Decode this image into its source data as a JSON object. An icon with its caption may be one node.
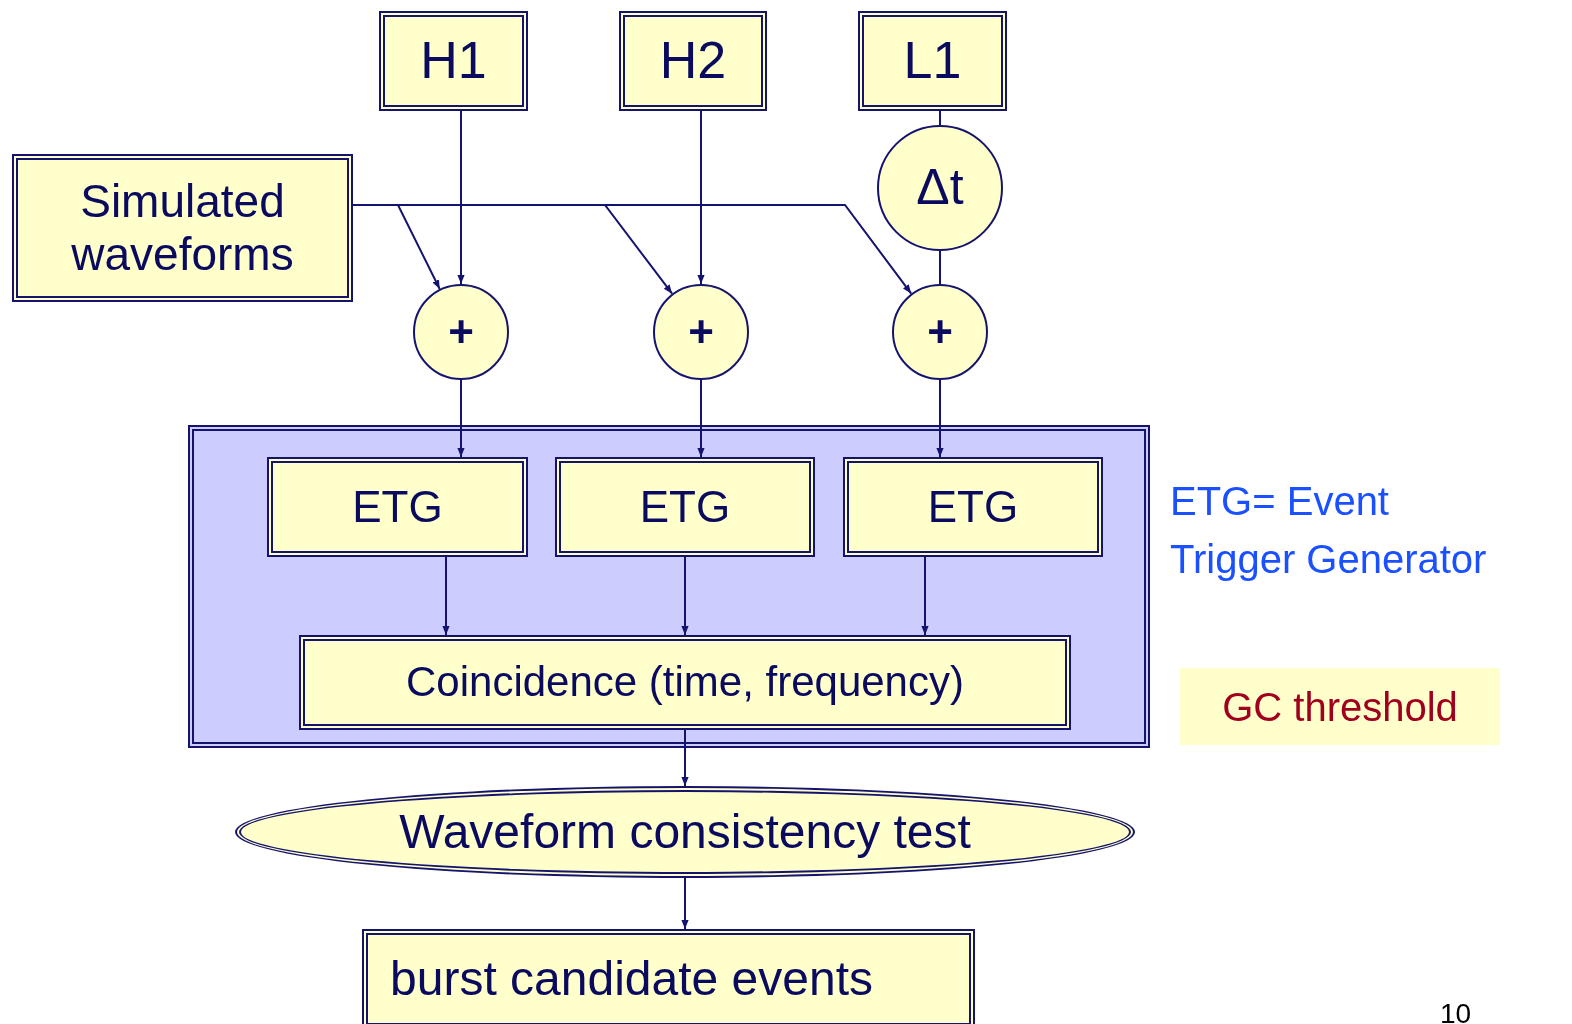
{
  "diagram": {
    "nodes": [
      {
        "text": [
          "H1"
        ]
      },
      {
        "text": [
          "H2"
        ]
      },
      {
        "text": [
          "L1"
        ]
      },
      {
        "text": [
          "Simulated waveforms"
        ]
      },
      {
        "text": [
          "Δt"
        ]
      },
      {
        "text": [
          "+"
        ]
      },
      {
        "text": [
          "+"
        ]
      },
      {
        "text": [
          "+"
        ]
      },
      {
        "text": [],
        "shape": "box"
      },
      {
        "text": [
          "ETG"
        ],
        "in": 8
      },
      {
        "text": [
          "ETG"
        ],
        "in": 8
      },
      {
        "text": [
          "ETG"
        ],
        "in": 8
      },
      {
        "text": [
          "Coincidence (time, frequency)"
        ],
        "in": 8
      },
      {
        "text": [
          "Waveform consistency test"
        ]
      },
      {
        "text": [
          "burst candidate events"
        ]
      },
      {
        "text": [
          "GC threshold"
        ]
      }
    ],
    "edges": [
      {
        "from": 0,
        "to": 5,
        "arrow": "to"
      },
      {
        "from": 1,
        "to": 6,
        "arrow": "to"
      },
      {
        "from": 2,
        "to": 4,
        "arrow": "none"
      },
      {
        "from": 4,
        "to": 7,
        "arrow": "none"
      },
      {
        "from": 3,
        "to": 5,
        "arrow": "to"
      },
      {
        "from": 3,
        "to": 6,
        "arrow": "to"
      },
      {
        "from": 3,
        "to": 7,
        "arrow": "to"
      },
      {
        "from": 5,
        "to": 9,
        "arrow": "to"
      },
      {
        "from": 6,
        "to": 10,
        "arrow": "to"
      },
      {
        "from": 7,
        "to": 11,
        "arrow": "to"
      },
      {
        "from": 9,
        "to": 12,
        "arrow": "to"
      },
      {
        "from": 10,
        "to": 12,
        "arrow": "to"
      },
      {
        "from": 11,
        "to": 12,
        "arrow": "to"
      },
      {
        "from": 12,
        "to": 13,
        "arrow": "to"
      },
      {
        "from": 13,
        "to": 14,
        "arrow": "to"
      }
    ],
    "labels": [
      "ETG= Event Trigger Generator",
      "10"
    ]
  }
}
